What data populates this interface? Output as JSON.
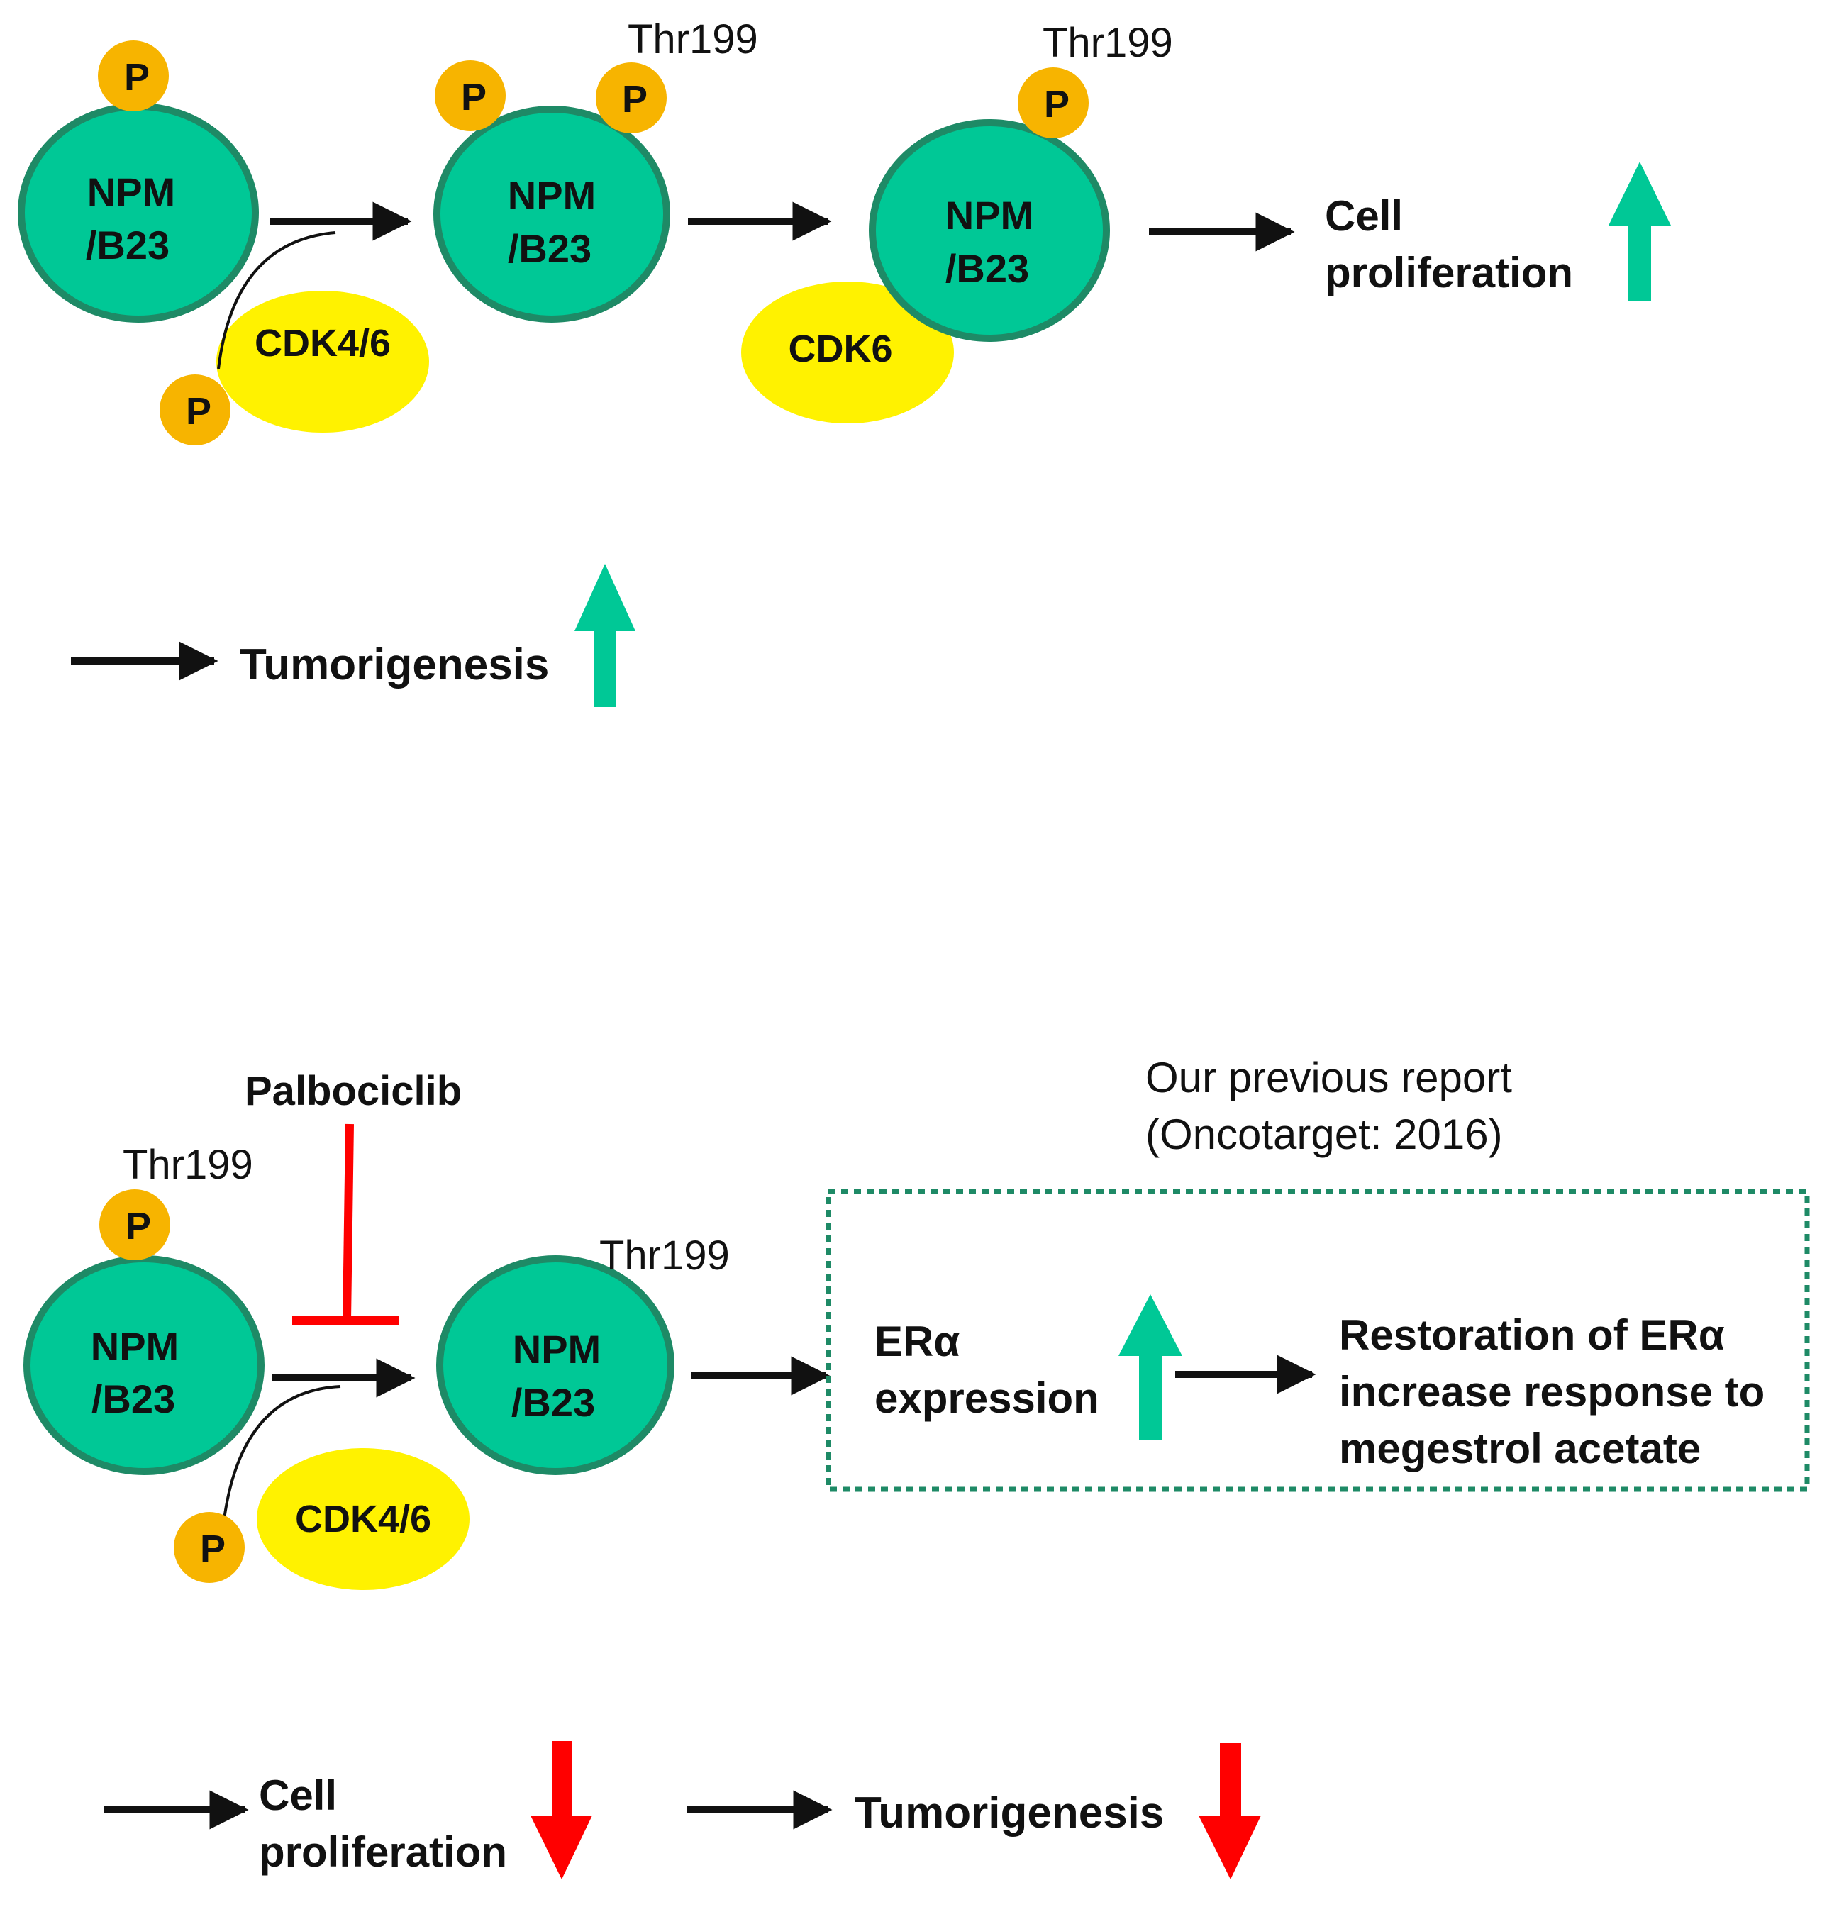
{
  "colors": {
    "npm_fill": "#00C896",
    "npm_stroke": "#1E8A66",
    "cdk_fill": "#FFF200",
    "p_fill": "#F7B400",
    "up_arrow": "#00C896",
    "down_arrow": "#FF0000",
    "inhibit": "#FF0000",
    "box_border": "#1E8A66"
  },
  "labels": {
    "npm_line1": "NPM",
    "npm_line2": "/B23",
    "cdk46": "CDK4/6",
    "cdk6": "CDK6",
    "p": "P",
    "thr199": "Thr199",
    "cell": "Cell",
    "proliferation": "proliferation",
    "tumorigenesis": "Tumorigenesis",
    "palbociclib": "Palbociclib",
    "previous_report_line1": "Our previous report",
    "previous_report_line2": "(Oncotarget: 2016)",
    "era": "ERα",
    "expression": "expression",
    "restoration_line1": "Restoration of ERα",
    "restoration_line2": "increase response to",
    "restoration_line3": "megestrol acetate"
  },
  "icons": {
    "up": "up-arrow-icon",
    "down": "down-arrow-icon",
    "inhibit": "inhibition-bar-icon"
  }
}
